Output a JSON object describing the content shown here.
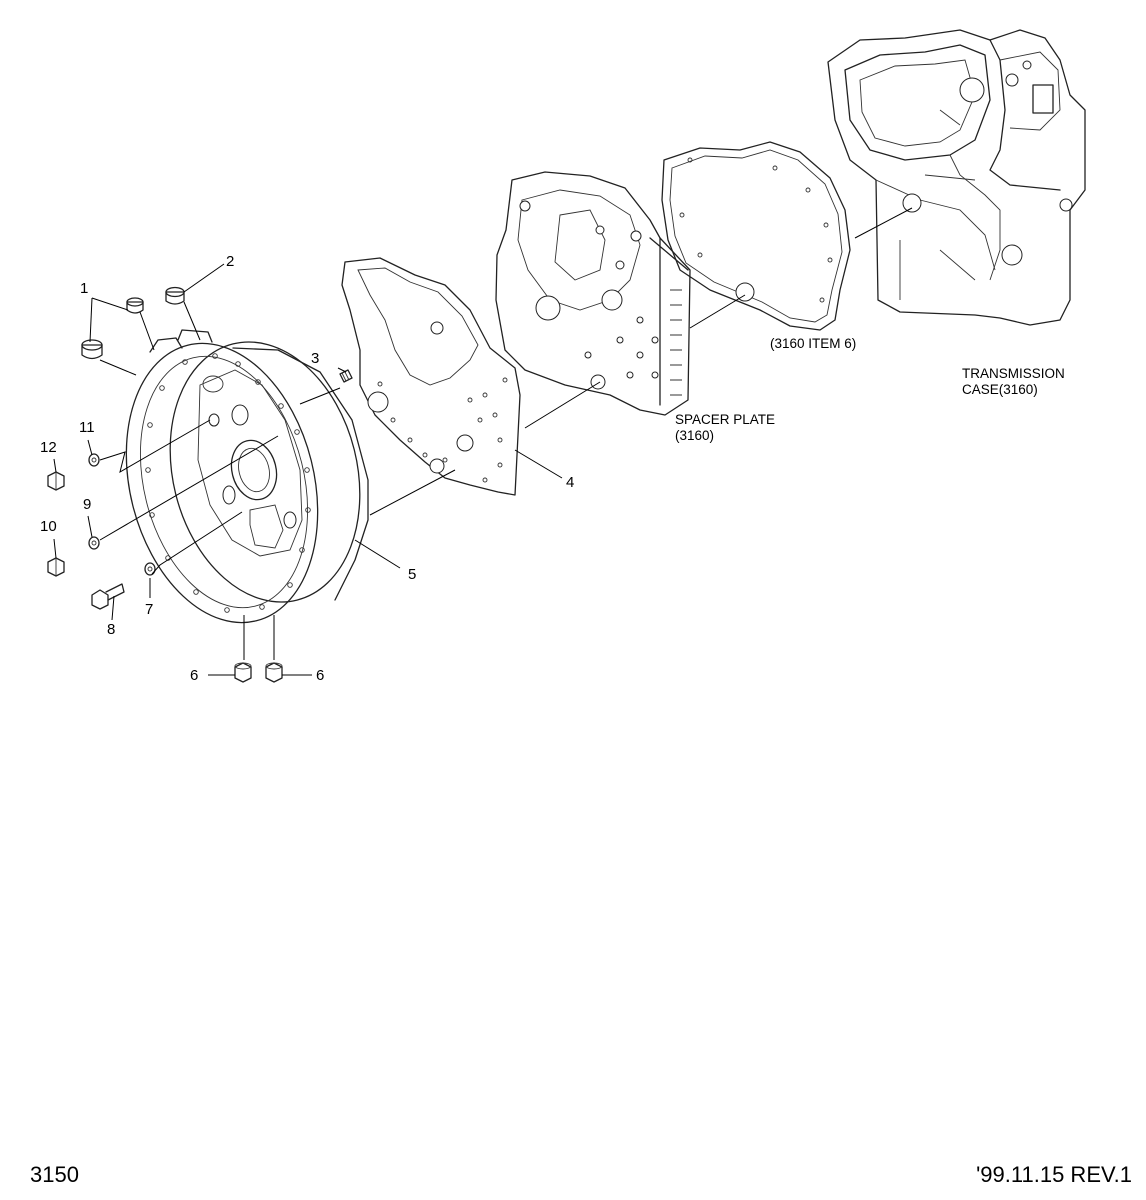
{
  "callouts": {
    "c1": "1",
    "c2": "2",
    "c3": "3",
    "c4": "4",
    "c5": "5",
    "c6a": "6",
    "c6b": "6",
    "c7": "7",
    "c8": "8",
    "c9": "9",
    "c10": "10",
    "c11": "11",
    "c12": "12"
  },
  "notes": {
    "spacer_line1": "SPACER PLATE",
    "spacer_line2": "(3160)",
    "item6": "(3160 ITEM 6)",
    "case_line1": "TRANSMISSION",
    "case_line2": "CASE(3160)"
  },
  "footer": {
    "page_number": "3150",
    "revision": "'99.11.15 REV.1"
  }
}
